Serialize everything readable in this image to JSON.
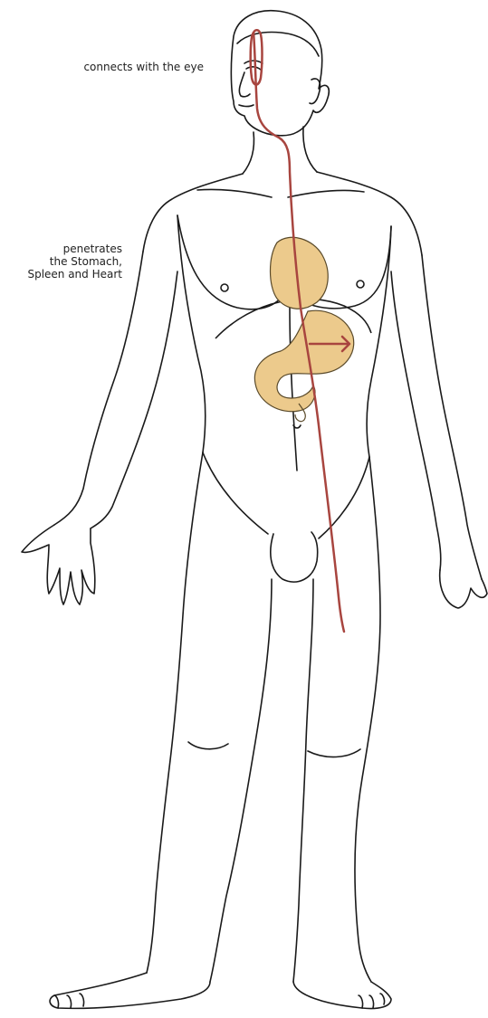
{
  "labels": {
    "eye": "connects with the eye",
    "organs": [
      "penetrates",
      "the Stomach,",
      "Spleen and Heart"
    ]
  },
  "colors": {
    "outline": "#1a1a1a",
    "meridian": "#a8453f",
    "organ_fill": "#ecca8c",
    "organ_stroke": "#5a4a2a",
    "background": "#ffffff",
    "text": "#222222"
  }
}
